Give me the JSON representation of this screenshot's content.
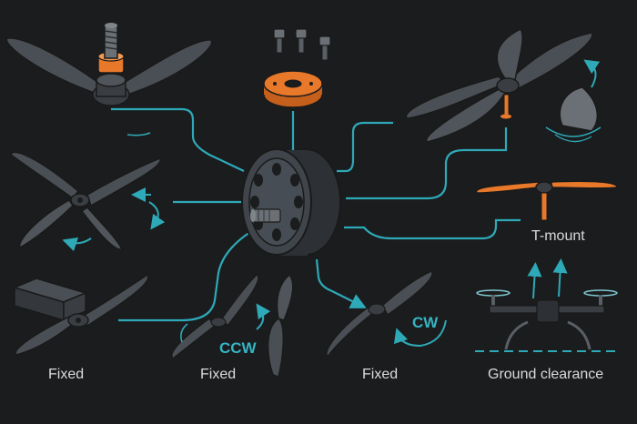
{
  "colors": {
    "background": "#1b1c1e",
    "prop_gray": "#4a4f55",
    "prop_dark": "#34383d",
    "accent_orange": "#e8782a",
    "connector_cyan": "#2ea9b8",
    "label_text": "#d9dadb"
  },
  "labels": {
    "bottom_left": "Fixed",
    "bottom_center_left": "Fixed",
    "bottom_center_right": "Fixed",
    "ground_clearance": "Ground clearance",
    "t_mount": "T-mount",
    "ccw": "CCW",
    "cw": "CW"
  },
  "icons": [
    "motor-icon",
    "screw-icon",
    "adapter-plate-icon",
    "propeller-icon",
    "spinner-cone-icon",
    "rotation-arrow-icon",
    "quadcopter-icon"
  ]
}
